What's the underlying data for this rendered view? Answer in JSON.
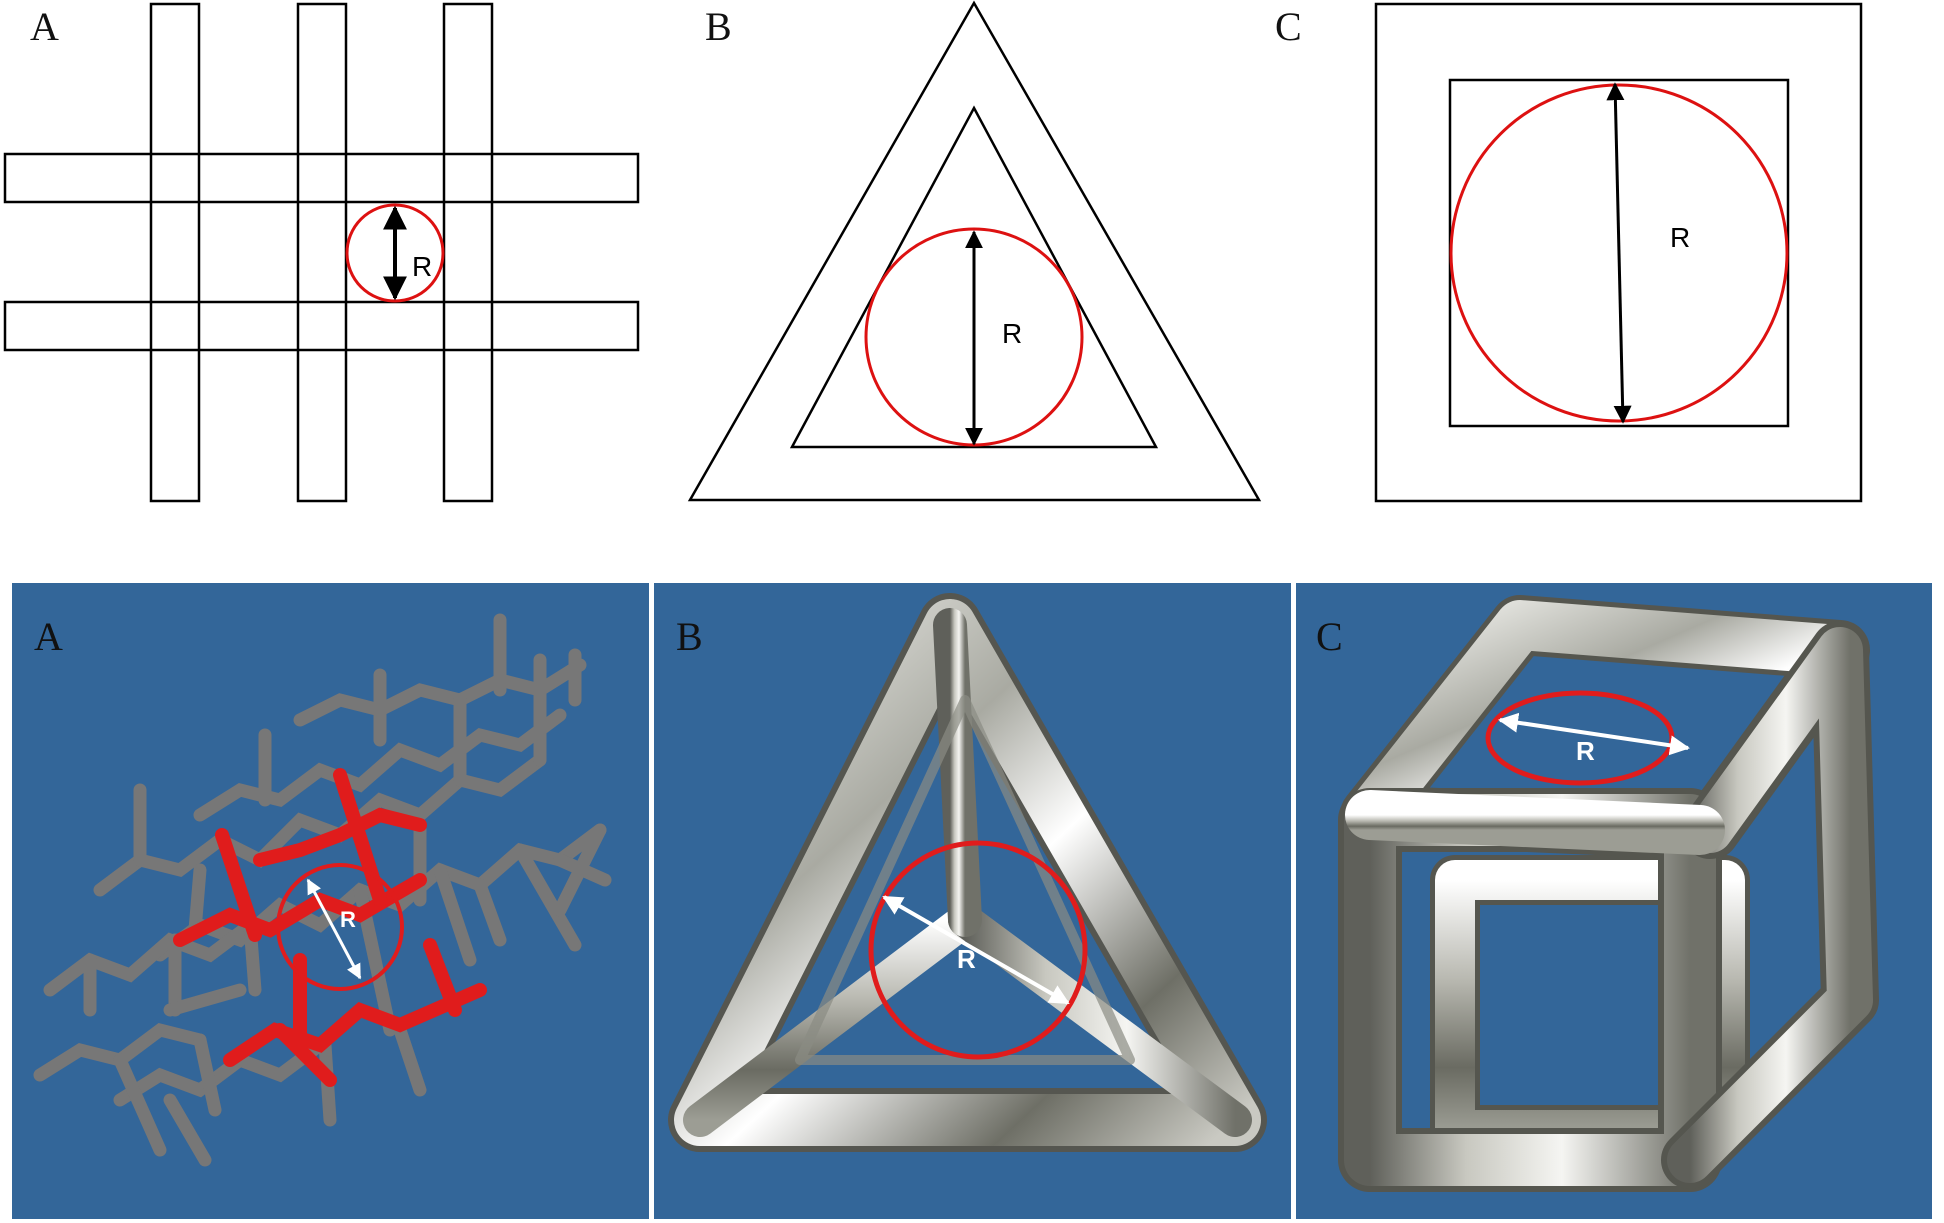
{
  "top_panels": [
    {
      "label": "A",
      "radius_label": "R"
    },
    {
      "label": "B",
      "radius_label": "R"
    },
    {
      "label": "C",
      "radius_label": "R"
    }
  ],
  "bottom_panels": [
    {
      "label": "A",
      "radius_label": "R"
    },
    {
      "label": "B",
      "radius_label": "R"
    },
    {
      "label": "C",
      "radius_label": "R"
    }
  ],
  "colors": {
    "panel_background": "#336699",
    "highlight_red": "#dd1111",
    "strut_gray": "#777777",
    "line_black": "#000000"
  }
}
